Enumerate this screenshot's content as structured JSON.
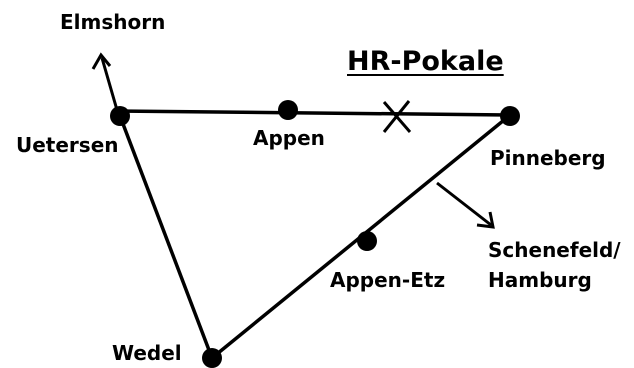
{
  "title": "HR-Pokale",
  "nodes": {
    "uetersen": "Uetersen",
    "appen": "Appen",
    "pinneberg": "Pinneberg",
    "appen_etz": "Appen-Etz",
    "wedel": "Wedel"
  },
  "directions": {
    "elmshorn": "Elmshorn",
    "schenefeld_line1": "Schenefeld/",
    "schenefeld_line2": "Hamburg"
  },
  "colors": {
    "ink": "#000000",
    "background": "#ffffff"
  }
}
